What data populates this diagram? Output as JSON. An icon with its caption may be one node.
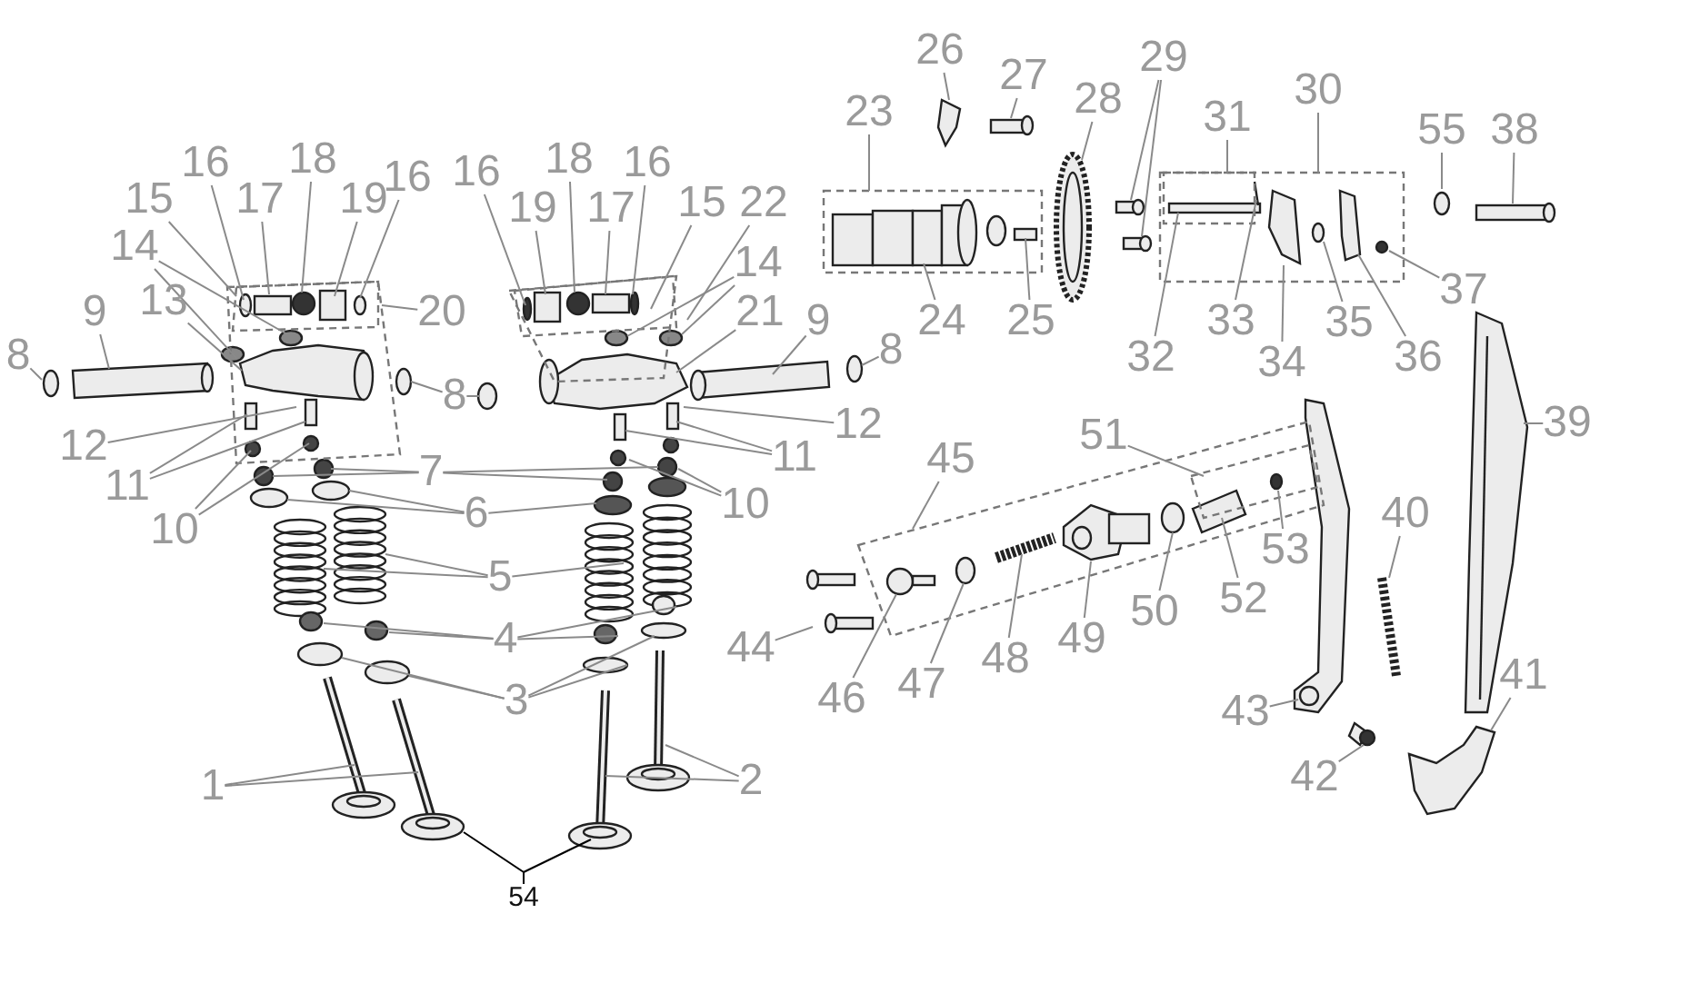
{
  "diagram": {
    "nodes": [
      {
        "text": [
          "8"
        ]
      },
      {
        "text": [
          "9"
        ]
      },
      {
        "text": [
          "13"
        ]
      },
      {
        "text": [
          "15"
        ]
      },
      {
        "text": [
          "16"
        ]
      },
      {
        "text": [
          "17"
        ]
      },
      {
        "text": [
          "18"
        ]
      },
      {
        "text": [
          "19"
        ]
      },
      {
        "text": [
          "16"
        ]
      },
      {
        "text": [
          "14"
        ]
      },
      {
        "text": [
          "20"
        ]
      },
      {
        "text": [
          "12"
        ]
      },
      {
        "text": [
          "11"
        ]
      },
      {
        "text": [
          "10"
        ]
      },
      {
        "text": [
          "8"
        ]
      },
      {
        "text": [
          "7"
        ]
      },
      {
        "text": [
          "6"
        ]
      },
      {
        "text": [
          "5"
        ]
      },
      {
        "text": [
          "4"
        ]
      },
      {
        "text": [
          "3"
        ]
      },
      {
        "text": [
          "1"
        ]
      },
      {
        "text": [
          "2"
        ]
      },
      {
        "text": [
          "54"
        ]
      },
      {
        "text": [
          "16"
        ]
      },
      {
        "text": [
          "19"
        ]
      },
      {
        "text": [
          "18"
        ]
      },
      {
        "text": [
          "17"
        ]
      },
      {
        "text": [
          "16"
        ]
      },
      {
        "text": [
          "15"
        ]
      },
      {
        "text": [
          "22"
        ]
      },
      {
        "text": [
          "14"
        ]
      },
      {
        "text": [
          "21"
        ]
      },
      {
        "text": [
          "9"
        ]
      },
      {
        "text": [
          "12"
        ]
      },
      {
        "text": [
          "11"
        ]
      },
      {
        "text": [
          "10"
        ]
      },
      {
        "text": [
          "8"
        ]
      },
      {
        "text": [
          "23"
        ]
      },
      {
        "text": [
          "26"
        ]
      },
      {
        "text": [
          "27"
        ]
      },
      {
        "text": [
          "28"
        ]
      },
      {
        "text": [
          "29"
        ]
      },
      {
        "text": [
          "24"
        ]
      },
      {
        "text": [
          "25"
        ]
      },
      {
        "text": [
          "31"
        ]
      },
      {
        "text": [
          "30"
        ]
      },
      {
        "text": [
          "32"
        ]
      },
      {
        "text": [
          "33"
        ]
      },
      {
        "text": [
          "34"
        ]
      },
      {
        "text": [
          "35"
        ]
      },
      {
        "text": [
          "36"
        ]
      },
      {
        "text": [
          "37"
        ]
      },
      {
        "text": [
          "55"
        ]
      },
      {
        "text": [
          "38"
        ]
      },
      {
        "text": [
          "39"
        ]
      },
      {
        "text": [
          "40"
        ]
      },
      {
        "text": [
          "41"
        ]
      },
      {
        "text": [
          "42"
        ]
      },
      {
        "text": [
          "43"
        ]
      },
      {
        "text": [
          "44"
        ]
      },
      {
        "text": [
          "45"
        ]
      },
      {
        "text": [
          "46"
        ]
      },
      {
        "text": [
          "47"
        ]
      },
      {
        "text": [
          "48"
        ]
      },
      {
        "text": [
          "49"
        ]
      },
      {
        "text": [
          "50"
        ]
      },
      {
        "text": [
          "51"
        ]
      },
      {
        "text": [
          "52"
        ]
      },
      {
        "text": [
          "53"
        ]
      }
    ],
    "edges": [
      {
        "from": 0,
        "to": null,
        "arrow": "none"
      },
      {
        "from": 1,
        "to": null,
        "arrow": "none"
      },
      {
        "from": 2,
        "to": null,
        "arrow": "none"
      },
      {
        "from": 3,
        "to": null,
        "arrow": "none"
      },
      {
        "from": 4,
        "to": null,
        "arrow": "none"
      },
      {
        "from": 5,
        "to": null,
        "arrow": "none"
      },
      {
        "from": 6,
        "to": null,
        "arrow": "none"
      },
      {
        "from": 7,
        "to": null,
        "arrow": "none"
      },
      {
        "from": 8,
        "to": null,
        "arrow": "none"
      },
      {
        "from": 9,
        "to": null,
        "arrow": "none"
      },
      {
        "from": 9,
        "to": null,
        "arrow": "none"
      },
      {
        "from": 10,
        "to": null,
        "arrow": "none"
      },
      {
        "from": 11,
        "to": null,
        "arrow": "none"
      },
      {
        "from": 12,
        "to": null,
        "arrow": "none"
      },
      {
        "from": 12,
        "to": null,
        "arrow": "none"
      },
      {
        "from": 13,
        "to": null,
        "arrow": "none"
      },
      {
        "from": 13,
        "to": null,
        "arrow": "none"
      },
      {
        "from": 14,
        "to": null,
        "arrow": "none"
      },
      {
        "from": 14,
        "to": null,
        "arrow": "none"
      },
      {
        "from": 15,
        "to": null,
        "arrow": "none"
      },
      {
        "from": 15,
        "to": null,
        "arrow": "none"
      },
      {
        "from": 15,
        "to": null,
        "arrow": "none"
      },
      {
        "from": 15,
        "to": null,
        "arrow": "none"
      },
      {
        "from": 16,
        "to": null,
        "arrow": "none"
      },
      {
        "from": 16,
        "to": null,
        "arrow": "none"
      },
      {
        "from": 16,
        "to": null,
        "arrow": "none"
      },
      {
        "from": 17,
        "to": null,
        "arrow": "none"
      },
      {
        "from": 17,
        "to": null,
        "arrow": "none"
      },
      {
        "from": 17,
        "to": null,
        "arrow": "none"
      },
      {
        "from": 18,
        "to": null,
        "arrow": "none"
      },
      {
        "from": 18,
        "to": null,
        "arrow": "none"
      },
      {
        "from": 18,
        "to": null,
        "arrow": "none"
      },
      {
        "from": 18,
        "to": null,
        "arrow": "none"
      },
      {
        "from": 19,
        "to": null,
        "arrow": "none"
      },
      {
        "from": 19,
        "to": null,
        "arrow": "none"
      },
      {
        "from": 19,
        "to": null,
        "arrow": "none"
      },
      {
        "from": 19,
        "to": null,
        "arrow": "none"
      },
      {
        "from": 20,
        "to": null,
        "arrow": "none"
      },
      {
        "from": 20,
        "to": null,
        "arrow": "none"
      },
      {
        "from": 21,
        "to": null,
        "arrow": "none"
      },
      {
        "from": 21,
        "to": null,
        "arrow": "none"
      },
      {
        "from": 22,
        "to": null,
        "arrow": "none",
        "color": "#000000"
      },
      {
        "from": 22,
        "to": null,
        "arrow": "none",
        "color": "#000000"
      },
      {
        "from": 23,
        "to": null,
        "arrow": "none"
      },
      {
        "from": 24,
        "to": null,
        "arrow": "none"
      },
      {
        "from": 25,
        "to": null,
        "arrow": "none"
      },
      {
        "from": 26,
        "to": null,
        "arrow": "none"
      },
      {
        "from": 27,
        "to": null,
        "arrow": "none"
      },
      {
        "from": 28,
        "to": null,
        "arrow": "none"
      },
      {
        "from": 29,
        "to": null,
        "arrow": "none"
      },
      {
        "from": 30,
        "to": null,
        "arrow": "none"
      },
      {
        "from": 30,
        "to": null,
        "arrow": "none"
      },
      {
        "from": 31,
        "to": null,
        "arrow": "none"
      },
      {
        "from": 32,
        "to": null,
        "arrow": "none"
      },
      {
        "from": 33,
        "to": null,
        "arrow": "none"
      },
      {
        "from": 34,
        "to": null,
        "arrow": "none"
      },
      {
        "from": 34,
        "to": null,
        "arrow": "none"
      },
      {
        "from": 35,
        "to": null,
        "arrow": "none"
      },
      {
        "from": 35,
        "to": null,
        "arrow": "none"
      },
      {
        "from": 36,
        "to": null,
        "arrow": "none"
      },
      {
        "from": 37,
        "to": null,
        "arrow": "none"
      },
      {
        "from": 38,
        "to": null,
        "arrow": "none"
      },
      {
        "from": 39,
        "to": null,
        "arrow": "none"
      },
      {
        "from": 40,
        "to": null,
        "arrow": "none"
      },
      {
        "from": 41,
        "to": null,
        "arrow": "none"
      },
      {
        "from": 41,
        "to": null,
        "arrow": "none"
      },
      {
        "from": 42,
        "to": null,
        "arrow": "none"
      },
      {
        "from": 43,
        "to": null,
        "arrow": "none"
      },
      {
        "from": 44,
        "to": null,
        "arrow": "none"
      },
      {
        "from": 45,
        "to": null,
        "arrow": "none"
      },
      {
        "from": 46,
        "to": null,
        "arrow": "none"
      },
      {
        "from": 47,
        "to": null,
        "arrow": "none"
      },
      {
        "from": 48,
        "to": null,
        "arrow": "none"
      },
      {
        "from": 49,
        "to": null,
        "arrow": "none"
      },
      {
        "from": 50,
        "to": null,
        "arrow": "none"
      },
      {
        "from": 51,
        "to": null,
        "arrow": "none"
      },
      {
        "from": 52,
        "to": null,
        "arrow": "none"
      },
      {
        "from": 53,
        "to": null,
        "arrow": "none"
      },
      {
        "from": 54,
        "to": null,
        "arrow": "none"
      },
      {
        "from": 55,
        "to": null,
        "arrow": "none"
      },
      {
        "from": 56,
        "to": null,
        "arrow": "none"
      },
      {
        "from": 57,
        "to": null,
        "arrow": "none"
      },
      {
        "from": 58,
        "to": null,
        "arrow": "none"
      },
      {
        "from": 59,
        "to": null,
        "arrow": "none"
      },
      {
        "from": 60,
        "to": null,
        "arrow": "none"
      },
      {
        "from": 61,
        "to": null,
        "arrow": "none"
      },
      {
        "from": 62,
        "to": null,
        "arrow": "none"
      },
      {
        "from": 63,
        "to": null,
        "arrow": "none"
      },
      {
        "from": 64,
        "to": null,
        "arrow": "none"
      },
      {
        "from": 65,
        "to": null,
        "arrow": "none"
      },
      {
        "from": 66,
        "to": null,
        "arrow": "none"
      },
      {
        "from": 67,
        "to": null,
        "arrow": "none"
      },
      {
        "from": 68,
        "to": null,
        "arrow": "none"
      }
    ]
  }
}
